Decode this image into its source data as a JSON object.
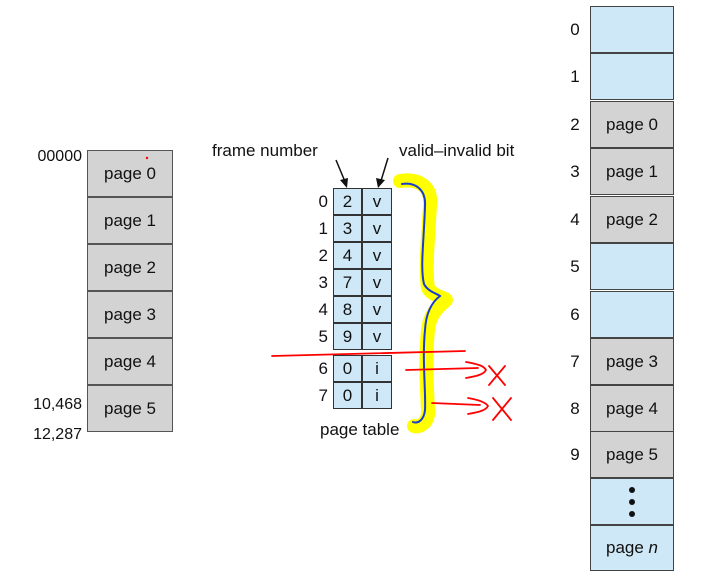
{
  "logical_memory": {
    "pages": [
      "page 0",
      "page 1",
      "page 2",
      "page 3",
      "page 4",
      "page 5"
    ],
    "addresses": {
      "start": "00000",
      "page5": "10,468",
      "end": "12,287"
    }
  },
  "page_table": {
    "frame_header": "frame number",
    "bit_header": "valid–invalid bit",
    "caption": "page table",
    "rows": [
      {
        "index": "0",
        "frame": "2",
        "bit": "v"
      },
      {
        "index": "1",
        "frame": "3",
        "bit": "v"
      },
      {
        "index": "2",
        "frame": "4",
        "bit": "v"
      },
      {
        "index": "3",
        "frame": "7",
        "bit": "v"
      },
      {
        "index": "4",
        "frame": "8",
        "bit": "v"
      },
      {
        "index": "5",
        "frame": "9",
        "bit": "v"
      },
      {
        "index": "6",
        "frame": "0",
        "bit": "i"
      },
      {
        "index": "7",
        "frame": "0",
        "bit": "i"
      }
    ]
  },
  "physical_memory": {
    "frames": [
      {
        "index": "0",
        "label": "",
        "type": "free"
      },
      {
        "index": "1",
        "label": "",
        "type": "free"
      },
      {
        "index": "2",
        "label": "page 0",
        "type": "used"
      },
      {
        "index": "3",
        "label": "page 1",
        "type": "used"
      },
      {
        "index": "4",
        "label": "page 2",
        "type": "used"
      },
      {
        "index": "5",
        "label": "",
        "type": "free"
      },
      {
        "index": "6",
        "label": "",
        "type": "free"
      },
      {
        "index": "7",
        "label": "page 3",
        "type": "used"
      },
      {
        "index": "8",
        "label": "page 4",
        "type": "used"
      },
      {
        "index": "9",
        "label": "page 5",
        "type": "used"
      },
      {
        "index": "",
        "label": "⋮",
        "type": "ellipsis"
      },
      {
        "index": "",
        "label": "page n",
        "type": "free",
        "italic_suffix": "n"
      }
    ]
  },
  "colors": {
    "used": "#d3d3d3",
    "free": "#cfe8f7",
    "highlight": "#ffff00",
    "annotation_red": "#ff0000",
    "annotation_blue": "#1a3ccf"
  }
}
